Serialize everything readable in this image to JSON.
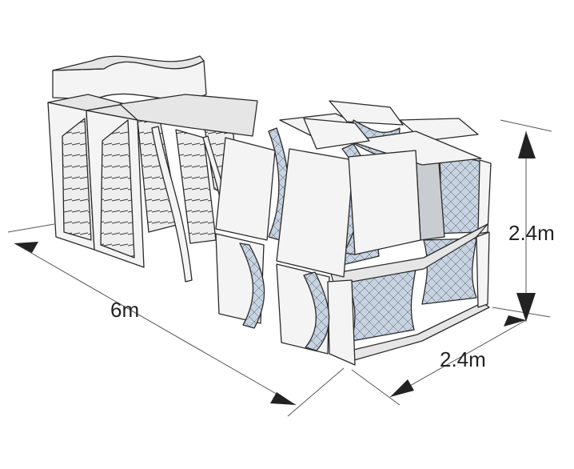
{
  "dimensions": {
    "length": "6m",
    "height": "2.4m",
    "depth": "2.4m"
  },
  "colors": {
    "panel_light": "#f4f4f4",
    "panel_shadow": "#c9ccd0",
    "glass_blue": "#c7d3e1",
    "outline": "#2a2a2a",
    "arrow": "#222222"
  }
}
